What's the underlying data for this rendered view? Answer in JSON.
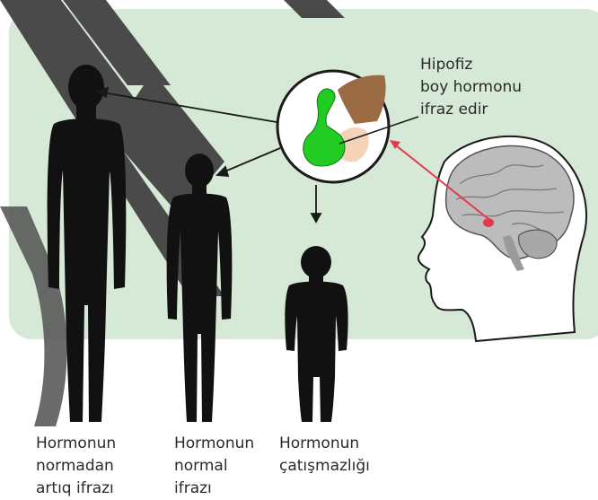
{
  "annotation": {
    "lines": [
      "Hipofiz",
      "boy hormonu",
      "ifraz edir"
    ]
  },
  "figures": [
    {
      "lines": [
        "Hormonun",
        "normadan",
        "artıq ifrazı"
      ]
    },
    {
      "lines": [
        "Hormonun",
        "normal",
        "ifrazı"
      ]
    },
    {
      "lines": [
        "Hormonun",
        "çatışmazlığı"
      ]
    }
  ],
  "colors": {
    "panel": "#d6e8d6",
    "watermark": "#4a4a4a",
    "silhouette": "#111111",
    "pituitary": "#22cc22",
    "brain": "#b8b8b8",
    "accent": "#e23a4a"
  }
}
